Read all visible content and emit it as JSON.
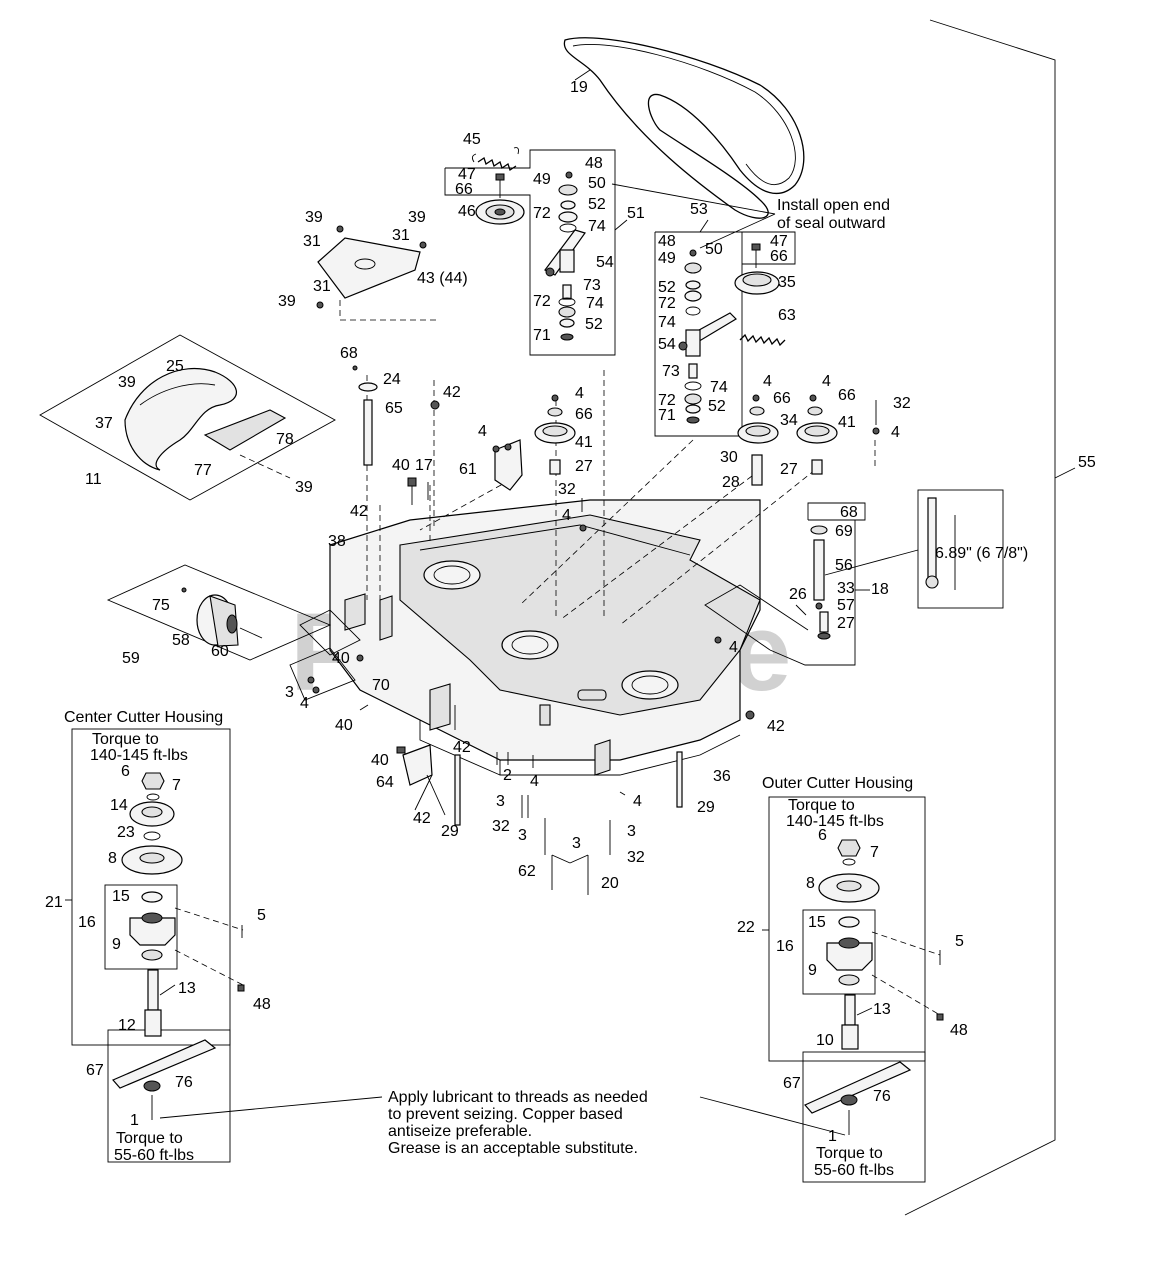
{
  "watermark": "PartsTree",
  "callouts": {
    "c19": "19",
    "c45": "45",
    "c47a": "47",
    "c48a": "48",
    "c66a": "66",
    "c49a": "49",
    "c50a": "50",
    "c46": "46",
    "c72a": "72",
    "c52a": "52",
    "c74a": "74",
    "c51": "51",
    "c54a": "54",
    "c73a": "73",
    "c72b": "72",
    "c74b": "74",
    "c52b": "52",
    "c71a": "71",
    "c53": "53",
    "c48b": "48",
    "c49b": "49",
    "c50b": "50",
    "c52c": "52",
    "c72c": "72",
    "c74c": "74",
    "c47b": "47",
    "c66b": "66",
    "c35": "35",
    "c63": "63",
    "c54b": "54",
    "c73b": "73",
    "c74d": "74",
    "c72d": "72",
    "c52d": "52",
    "c71b": "71",
    "c39a": "39",
    "c31a": "31",
    "c39b": "39",
    "c31b": "31",
    "c43": "43 (44)",
    "c31c": "31",
    "c39c": "39",
    "c68a": "68",
    "c24": "24",
    "c42a": "42",
    "c65": "65",
    "c4a": "4",
    "c66c": "66",
    "c41a": "41",
    "c4b": "4",
    "c61": "61",
    "c27a": "27",
    "c40a": "40",
    "c17": "17",
    "c32a": "32",
    "c4c": "4",
    "c4d": "4",
    "c66d": "66",
    "c4e": "4",
    "c66e": "66",
    "c32b": "32",
    "c34": "34",
    "c41b": "41",
    "c4f": "4",
    "c30": "30",
    "c28": "28",
    "c27b": "27",
    "c25": "25",
    "c39d": "39",
    "c37": "37",
    "c78": "78",
    "c77": "77",
    "c11": "11",
    "c39e": "39",
    "c42b": "42",
    "c38": "38",
    "c55": "55",
    "c68b": "68",
    "c69": "69",
    "c56": "56",
    "c26": "26",
    "c33": "33",
    "c18": "18",
    "c57": "57",
    "c27c": "27",
    "c4g": "4",
    "c75": "75",
    "c58": "58",
    "c60": "60",
    "c59": "59",
    "c40b": "40",
    "c3a": "3",
    "c4h": "4",
    "c70": "70",
    "c40c": "40",
    "c42c": "42",
    "c42d": "42",
    "c40d": "40",
    "c64": "64",
    "c42e": "42",
    "c29a": "29",
    "c2": "2",
    "c4i": "4",
    "c3b": "3",
    "c32c": "32",
    "c3c": "3",
    "c4j": "4",
    "c36": "36",
    "c29b": "29",
    "c3d": "3",
    "c3e": "3",
    "c32d": "32",
    "c62": "62",
    "c20": "20",
    "c6a": "6",
    "c7a": "7",
    "c14": "14",
    "c23": "23",
    "c8a": "8",
    "c15a": "15",
    "c21": "21",
    "c16a": "16",
    "c5a": "5",
    "c9a": "9",
    "c13a": "13",
    "c48c": "48",
    "c12": "12",
    "c67a": "67",
    "c76a": "76",
    "c1a": "1",
    "c6b": "6",
    "c7b": "7",
    "c8b": "8",
    "c15b": "15",
    "c22": "22",
    "c16b": "16",
    "c5b": "5",
    "c9b": "9",
    "c13b": "13",
    "c48d": "48",
    "c10": "10",
    "c67b": "67",
    "c76b": "76",
    "c1b": "1"
  },
  "notes": {
    "install_line1": "Install open end",
    "install_line2": "of seal outward",
    "dimension": "6.89\" (6 7/8\")",
    "center_title": "Center Cutter Housing",
    "outer_title": "Outer Cutter Housing",
    "torque_top_l1": "Torque to",
    "torque_top_l2": "140-145 ft-lbs",
    "torque_bottom_l1": "Torque to",
    "torque_bottom_l2": "55-60 ft-lbs",
    "lube_l1": "Apply lubricant to threads as needed",
    "lube_l2": "to prevent seizing.  Copper based",
    "lube_l3": "antiseize preferable.",
    "lube_l4": "Grease is an acceptable substitute."
  }
}
